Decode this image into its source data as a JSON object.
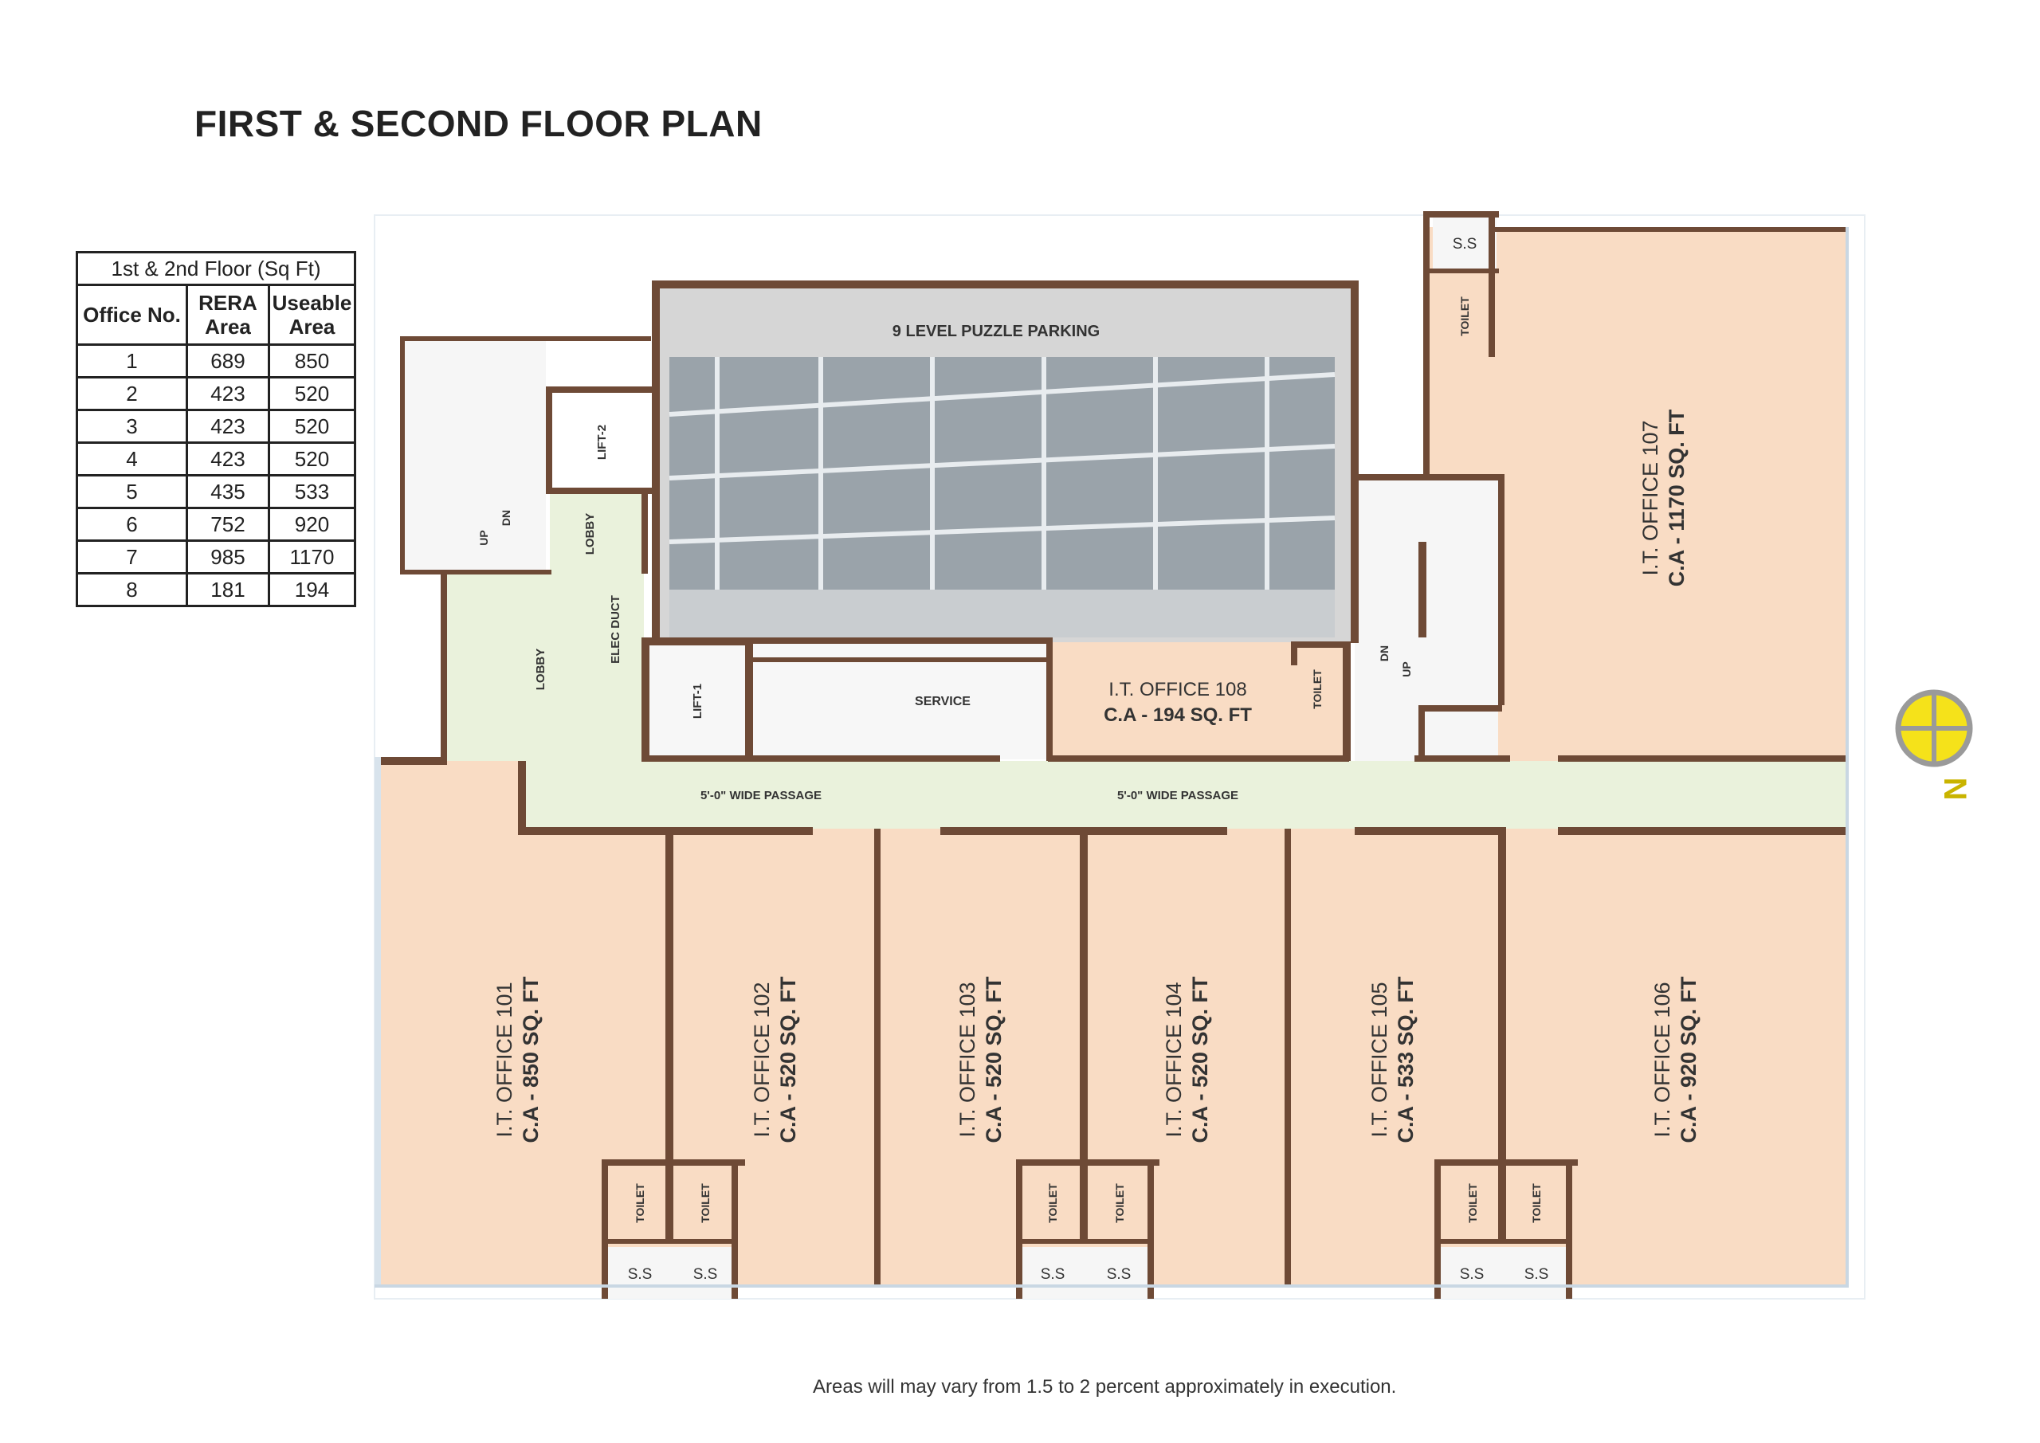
{
  "title": "FIRST & SECOND FLOOR PLAN",
  "table": {
    "caption": "1st & 2nd Floor (Sq Ft)",
    "col_office": "Office No.",
    "col_rera_1": "RERA",
    "col_rera_2": "Area",
    "col_use_1": "Useable",
    "col_use_2": "Area",
    "rows": [
      {
        "no": "1",
        "rera": "689",
        "useable": "850"
      },
      {
        "no": "2",
        "rera": "423",
        "useable": "520"
      },
      {
        "no": "3",
        "rera": "423",
        "useable": "520"
      },
      {
        "no": "4",
        "rera": "423",
        "useable": "520"
      },
      {
        "no": "5",
        "rera": "435",
        "useable": "533"
      },
      {
        "no": "6",
        "rera": "752",
        "useable": "920"
      },
      {
        "no": "7",
        "rera": "985",
        "useable": "1170"
      },
      {
        "no": "8",
        "rera": "181",
        "useable": "194"
      }
    ]
  },
  "plan": {
    "parking_label": "9 LEVEL PUZZLE PARKING",
    "service": "SERVICE",
    "lift1": "LIFT-1",
    "lift2": "LIFT-2",
    "lobby": "LOBBY",
    "elec_duct": "ELEC DUCT",
    "up": "UP",
    "dn": "DN",
    "ss": "S.S",
    "toilet": "TOILET",
    "passage": "5'-0\"  WIDE  PASSAGE",
    "north": "N",
    "offices": [
      {
        "name": "I.T. OFFICE 101",
        "area": "C.A - 850 SQ. FT"
      },
      {
        "name": "I.T. OFFICE 102",
        "area": "C.A - 520 SQ. FT"
      },
      {
        "name": "I.T. OFFICE 103",
        "area": "C.A - 520 SQ. FT"
      },
      {
        "name": "I.T. OFFICE 104",
        "area": "C.A - 520 SQ. FT"
      },
      {
        "name": "I.T. OFFICE 105",
        "area": "C.A - 533 SQ. FT"
      },
      {
        "name": "I.T. OFFICE 106",
        "area": "C.A - 920 SQ. FT"
      },
      {
        "name": "I.T. OFFICE 107",
        "area": "C.A - 1170 SQ. FT"
      },
      {
        "name": "I.T. OFFICE 108",
        "area": "C.A - 194 SQ. FT"
      }
    ]
  },
  "footnote": "Areas will may vary from 1.5 to 2 percent approximately in execution.",
  "colors": {
    "office_fill": "#f9dcc4",
    "passage_fill": "#eaf2dc",
    "wall": "#6e4a36",
    "north_marker": "#f5e21a"
  }
}
